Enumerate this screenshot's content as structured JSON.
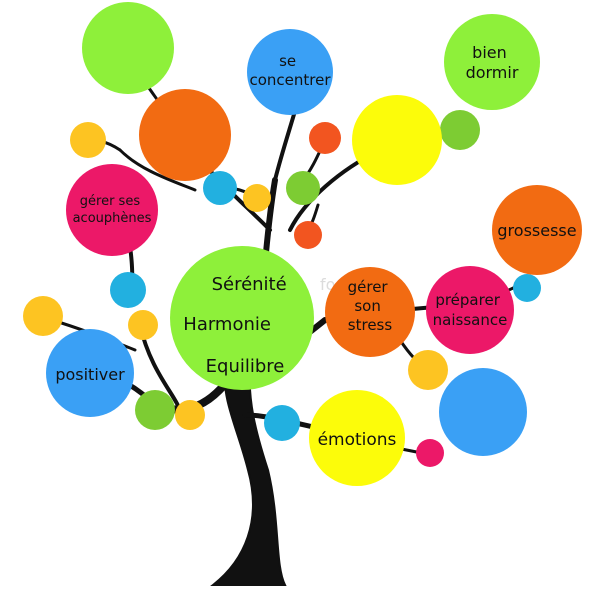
{
  "palette": {
    "trunk": "#111111",
    "green": "#8ef03a",
    "lime": "#7dcc33",
    "orange": "#f26b12",
    "blue": "#3aa0f5",
    "yellow": "#fcfc0a",
    "amber": "#fdc422",
    "cyan": "#22b0e0",
    "pink": "#ec1868",
    "orange_red": "#f25520",
    "watermark": "#dcdcdc"
  },
  "center": {
    "line1": "Sérénité",
    "line2": "Harmonie",
    "line3": "Equilibre"
  },
  "labels": {
    "se_concentrer": [
      "se",
      "concentrer"
    ],
    "bien_dormir": [
      "bien",
      "dormir"
    ],
    "acouphenes": [
      "gérer ses",
      "acouphènes"
    ],
    "grossesse": "grossesse",
    "gerer_stress": [
      "gérer",
      "son",
      "stress"
    ],
    "preparer_naissance": [
      "préparer",
      "naissance"
    ],
    "positiver": "positiver",
    "emotions": "émotions"
  }
}
